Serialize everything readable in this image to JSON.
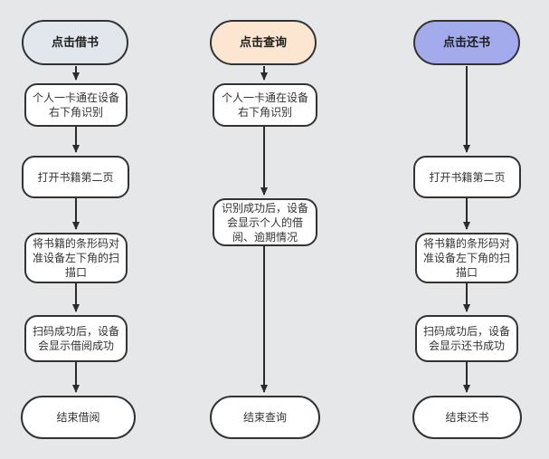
{
  "colors": {
    "background": "#e6e7e8",
    "node_fill": "#ffffff",
    "node_border": "#333333",
    "arrow": "#2b2b2b",
    "text": "#333333",
    "header_borrow_fill": "#e1e7ed",
    "header_query_fill": "#fce6d2",
    "header_return_fill": "#a3abec"
  },
  "flows": [
    {
      "id": "borrow",
      "header": {
        "label": "点击借书",
        "fill": "#e1e7ed"
      },
      "steps": [
        {
          "label": "个人一卡通在设备右下角识别"
        },
        {
          "label": "打开书籍第二页"
        },
        {
          "label": "将书籍的条形码对准设备左下角的扫描口"
        },
        {
          "label": "扫码成功后，设备会显示借阅成功"
        }
      ],
      "end": {
        "label": "结束借阅"
      }
    },
    {
      "id": "query",
      "header": {
        "label": "点击查询",
        "fill": "#fce6d2"
      },
      "steps": [
        {
          "label": "个人一卡通在设备右下角识别"
        },
        {
          "label": "识别成功后，设备会显示个人的借阅、逾期情况"
        }
      ],
      "end": {
        "label": "结束查询"
      }
    },
    {
      "id": "return",
      "header": {
        "label": "点击还书",
        "fill": "#a3abec"
      },
      "steps": [
        {
          "label": "打开书籍第二页"
        },
        {
          "label": "将书籍的条形码对准设备左下角的扫描口"
        },
        {
          "label": "扫码成功后，设备会显示还书成功"
        }
      ],
      "end": {
        "label": "结束还书"
      }
    }
  ]
}
